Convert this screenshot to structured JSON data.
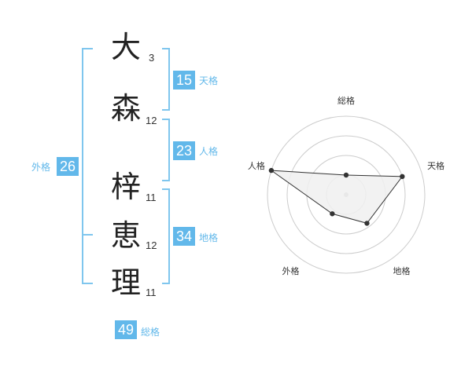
{
  "name": {
    "chars": [
      {
        "char": "大",
        "strokes": "3"
      },
      {
        "char": "森",
        "strokes": "12"
      },
      {
        "char": "梓",
        "strokes": "11"
      },
      {
        "char": "恵",
        "strokes": "12"
      },
      {
        "char": "理",
        "strokes": "11"
      }
    ]
  },
  "fortune": {
    "tenkaku": {
      "value": "15",
      "label": "天格"
    },
    "jinkaku": {
      "value": "23",
      "label": "人格"
    },
    "chikaku": {
      "value": "34",
      "label": "地格"
    },
    "gaikaku": {
      "value": "26",
      "label": "外格"
    },
    "soukaku": {
      "value": "49",
      "label": "総格"
    }
  },
  "radar": {
    "axes": [
      "総格",
      "天格",
      "地格",
      "外格",
      "人格"
    ],
    "levels": 4,
    "values": [
      1.0,
      3.0,
      1.8,
      1.2,
      4.0
    ],
    "max": 4,
    "colors": {
      "ring": "#cccccc",
      "fill": "#f0f0f0",
      "line": "#333333",
      "point": "#333333"
    }
  },
  "colors": {
    "accent": "#62b8ea"
  }
}
